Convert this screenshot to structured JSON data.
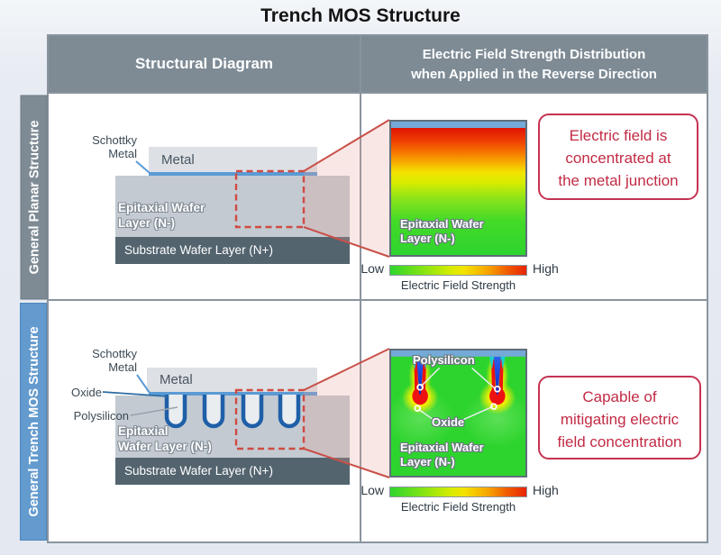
{
  "title": "Trench MOS Structure",
  "headers": {
    "col1": "Structural Diagram",
    "col2": "Electric Field Strength Distribution\nwhen Applied in the Reverse Direction"
  },
  "rows": [
    {
      "label": "General Planar Structure",
      "diagram": {
        "schottky": "Schottky\nMetal",
        "metal": "Metal",
        "epitaxial": "Epitaxial Wafer\nLayer (N-)",
        "substrate": "Substrate Wafer Layer (N+)"
      },
      "map": {
        "epitaxial": "Epitaxial Wafer\nLayer (N-)"
      },
      "legend": {
        "low": "Low",
        "high": "High",
        "caption": "Electric Field Strength"
      },
      "callout": "Electric field is\nconcentrated at\nthe metal junction"
    },
    {
      "label": "General Trench MOS Structure",
      "diagram": {
        "schottky": "Schottky\nMetal",
        "metal": "Metal",
        "oxide": "Oxide",
        "polysilicon": "Polysilicon",
        "epitaxial": "Epitaxial\nWafer Layer (N-)",
        "substrate": "Substrate Wafer Layer (N+)"
      },
      "map": {
        "polysilicon": "Polysilicon",
        "oxide": "Oxide",
        "epitaxial": "Epitaxial Wafer\nLayer (N-)"
      },
      "legend": {
        "low": "Low",
        "high": "High",
        "caption": "Electric Field Strength"
      },
      "callout": "Capable of\nmitigating electric\nfield concentration"
    }
  ],
  "colors": {
    "page_bg": "#e6eaf1",
    "header_gray": "#7e8b95",
    "row2_blue": "#649bce",
    "cell_border": "#8a949e",
    "schottky_blue": "#5b9bd5",
    "trench_blue": "#1f5fa8",
    "metal_gray": "#dde0e4",
    "epitaxial_gray": "#c3cad1",
    "substrate_gray": "#53646f",
    "map_top_blue": "#74a9d8",
    "callout_red": "#c22b45",
    "connector_red": "#c85048",
    "dashed_red": "#d04a42",
    "label_dark": "#3c4a55"
  }
}
